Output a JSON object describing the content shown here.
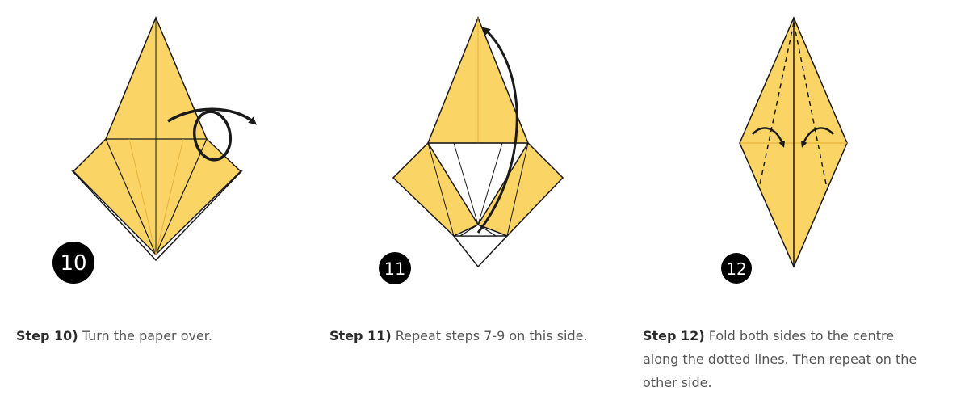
{
  "colors": {
    "paper": "#fbd466",
    "paper_dark": "#f3c54e",
    "outline": "#1a1a1a",
    "crease": "#e6b23a",
    "badge": "#000000"
  },
  "steps": [
    {
      "number": "10",
      "label": "Step 10)",
      "text": "Turn the paper over.",
      "arrow": "turn-over-arrow-icon"
    },
    {
      "number": "11",
      "label": "Step 11)",
      "text": "Repeat steps 7-9 on this side.",
      "arrow": "fold-up-arrow-icon"
    },
    {
      "number": "12",
      "label": "Step 12)",
      "text": "Fold both sides to the centre along the dotted lines. Then repeat on the other side.",
      "arrow": "fold-inward-arrow-icon"
    }
  ]
}
